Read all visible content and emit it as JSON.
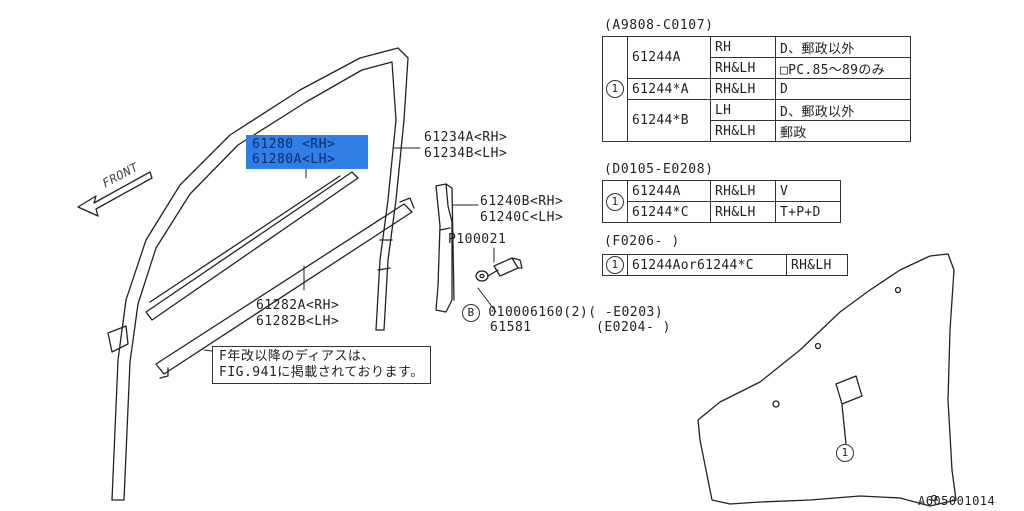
{
  "labels": {
    "front": "FRONT",
    "part_61280_rh": "61280 <RH>",
    "part_61280a_lh": "61280A<LH>",
    "part_61234a_rh": "61234A<RH>",
    "part_61234b_lh": "61234B<LH>",
    "part_61240b_rh": "61240B<RH>",
    "part_61240c_lh": "61240C<LH>",
    "part_p100021": "P100021",
    "part_61282a_rh": "61282A<RH>",
    "part_61282b_lh": "61282B<LH>",
    "bolt_mark": "B",
    "bolt_number": "010006160(2)( -E0203)",
    "part_61581": "61581",
    "range_e0204": "(E0204- )",
    "note_line1": "F年改以降のディアスは、",
    "note_line2": "FIG.941に掲載されております。",
    "callout_1": "1",
    "figure_id": "A605001014"
  },
  "highlight_color": "#2f7fe6",
  "table_a": {
    "title": "(A9808-C0107)",
    "ref": "1",
    "rows": [
      {
        "part": "61244A",
        "side": "RH",
        "note": "D、郵政以外"
      },
      {
        "part": "",
        "side": "RH&LH",
        "note": "□PC.85～89のみ"
      },
      {
        "part": "61244*A",
        "side": "RH&LH",
        "note": "D"
      },
      {
        "part": "61244*B",
        "side": "LH",
        "note": "D、郵政以外"
      },
      {
        "part": "",
        "side": "RH&LH",
        "note": "郵政"
      }
    ]
  },
  "table_b": {
    "title": "(D0105-E0208)",
    "ref": "1",
    "rows": [
      {
        "part": "61244A",
        "side": "RH&LH",
        "note": "V"
      },
      {
        "part": "61244*C",
        "side": "RH&LH",
        "note": "T+P+D"
      }
    ]
  },
  "table_c": {
    "title": "(F0206- )",
    "ref": "1",
    "part": "61244Aor61244*C",
    "side": "RH&LH"
  }
}
